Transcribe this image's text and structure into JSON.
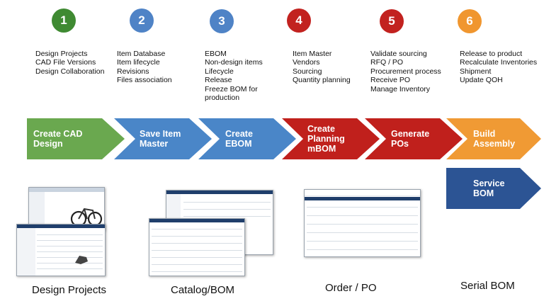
{
  "steps": [
    {
      "number": "1",
      "color": "#3f8a32",
      "items": [
        "Design Projects",
        "CAD File Versions",
        "Design Collaboration"
      ]
    },
    {
      "number": "2",
      "color": "#4f83c6",
      "items": [
        "Item Database",
        "Item lifecycle",
        "Revisions",
        "Files association"
      ]
    },
    {
      "number": "3",
      "color": "#4f83c6",
      "items": [
        "EBOM",
        "Non-design items",
        "Lifecycle",
        "Release",
        "Freeze BOM for",
        "production"
      ]
    },
    {
      "number": "4",
      "color": "#c2221f",
      "items": [
        "Item Master",
        "Vendors",
        "Sourcing",
        "Quantity planning"
      ]
    },
    {
      "number": "5",
      "color": "#c2221f",
      "items": [
        "Validate sourcing",
        "RFQ / PO",
        "Procurement process",
        "Receive PO",
        "Manage Inventory"
      ]
    },
    {
      "number": "6",
      "color": "#f0962f",
      "items": [
        "Release to product",
        "Recalculate Inventories",
        "Shipment",
        "Update QOH"
      ]
    }
  ],
  "process": [
    {
      "label_lines": [
        "Create CAD",
        "Design"
      ],
      "color": "#6aa84f"
    },
    {
      "label_lines": [
        "Save Item",
        "Master"
      ],
      "color": "#4a86c8"
    },
    {
      "label_lines": [
        "Create",
        "EBOM"
      ],
      "color": "#4a86c8"
    },
    {
      "label_lines": [
        "Create",
        "Planning",
        "mBOM"
      ],
      "color": "#c0201c"
    },
    {
      "label_lines": [
        "Generate",
        "POs"
      ],
      "color": "#c0201c"
    },
    {
      "label_lines": [
        "Build",
        "Assembly"
      ],
      "color": "#f09a34"
    }
  ],
  "service": {
    "label_lines": [
      "Service",
      "BOM"
    ],
    "color": "#2c5494"
  },
  "captions": [
    "Design Projects",
    "Catalog/BOM",
    "Order / PO",
    "Serial BOM"
  ]
}
